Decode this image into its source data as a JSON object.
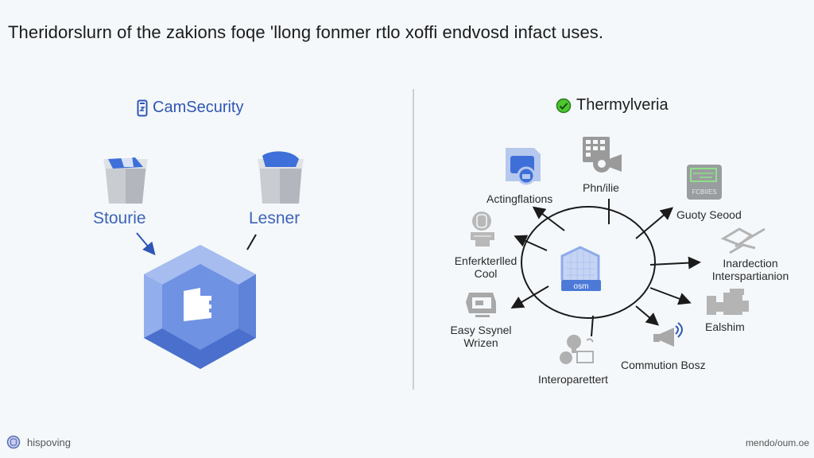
{
  "title": "Theridorslurn of the zakions foqe 'llong fonmer rtlo xoffi endvosd infact uses.",
  "left_panel": {
    "brand": {
      "icon": "phone-icon",
      "label": "CamSecurity"
    },
    "nodes": [
      {
        "id": "stourie",
        "label": "Stourie",
        "icon": "storage-bin-icon"
      },
      {
        "id": "lesner",
        "label": "Lesner",
        "icon": "storage-bin-icon"
      }
    ],
    "hub": {
      "icon": "hexagon-camera-icon"
    }
  },
  "right_panel": {
    "brand": {
      "icon": "check-circle-icon",
      "label": "Thermylveria",
      "icon_color": "#4cc730"
    },
    "center": {
      "icon": "building-icon",
      "badge": "osm"
    },
    "nodes": [
      {
        "id": "actingflations",
        "label": "Actingflations",
        "icon": "document-lock-icon"
      },
      {
        "id": "phn",
        "label": "Phn/ilie",
        "icon": "video-grid-icon"
      },
      {
        "id": "guoty",
        "label": "Guoty Seood",
        "icon": "monitor-card-icon",
        "icon_text": "FCBIIES"
      },
      {
        "id": "enferk",
        "label": "Enferkterlled Cool",
        "icon": "server-icon"
      },
      {
        "id": "inardection",
        "label": "Inardection Interspartianion",
        "icon": "handshake-icon"
      },
      {
        "id": "easy",
        "label": "Easy Ssynel Wrizen",
        "icon": "display-icon"
      },
      {
        "id": "ealshim",
        "label": "Ealshim",
        "icon": "machinery-icon"
      },
      {
        "id": "interop",
        "label": "Interoparettert",
        "icon": "cloud-devices-icon"
      },
      {
        "id": "commution",
        "label": "Commution Bosz",
        "icon": "megaphone-wifi-icon"
      }
    ]
  },
  "footer": {
    "left": {
      "icon": "logo-circle-icon",
      "label": "hispoving"
    },
    "right": "mendo/oum.oe"
  },
  "colors": {
    "accent": "#4a72d4",
    "brand_blue": "#2f56b5",
    "arrow": "#1a1a1a",
    "divider": "#c9cfd6"
  }
}
